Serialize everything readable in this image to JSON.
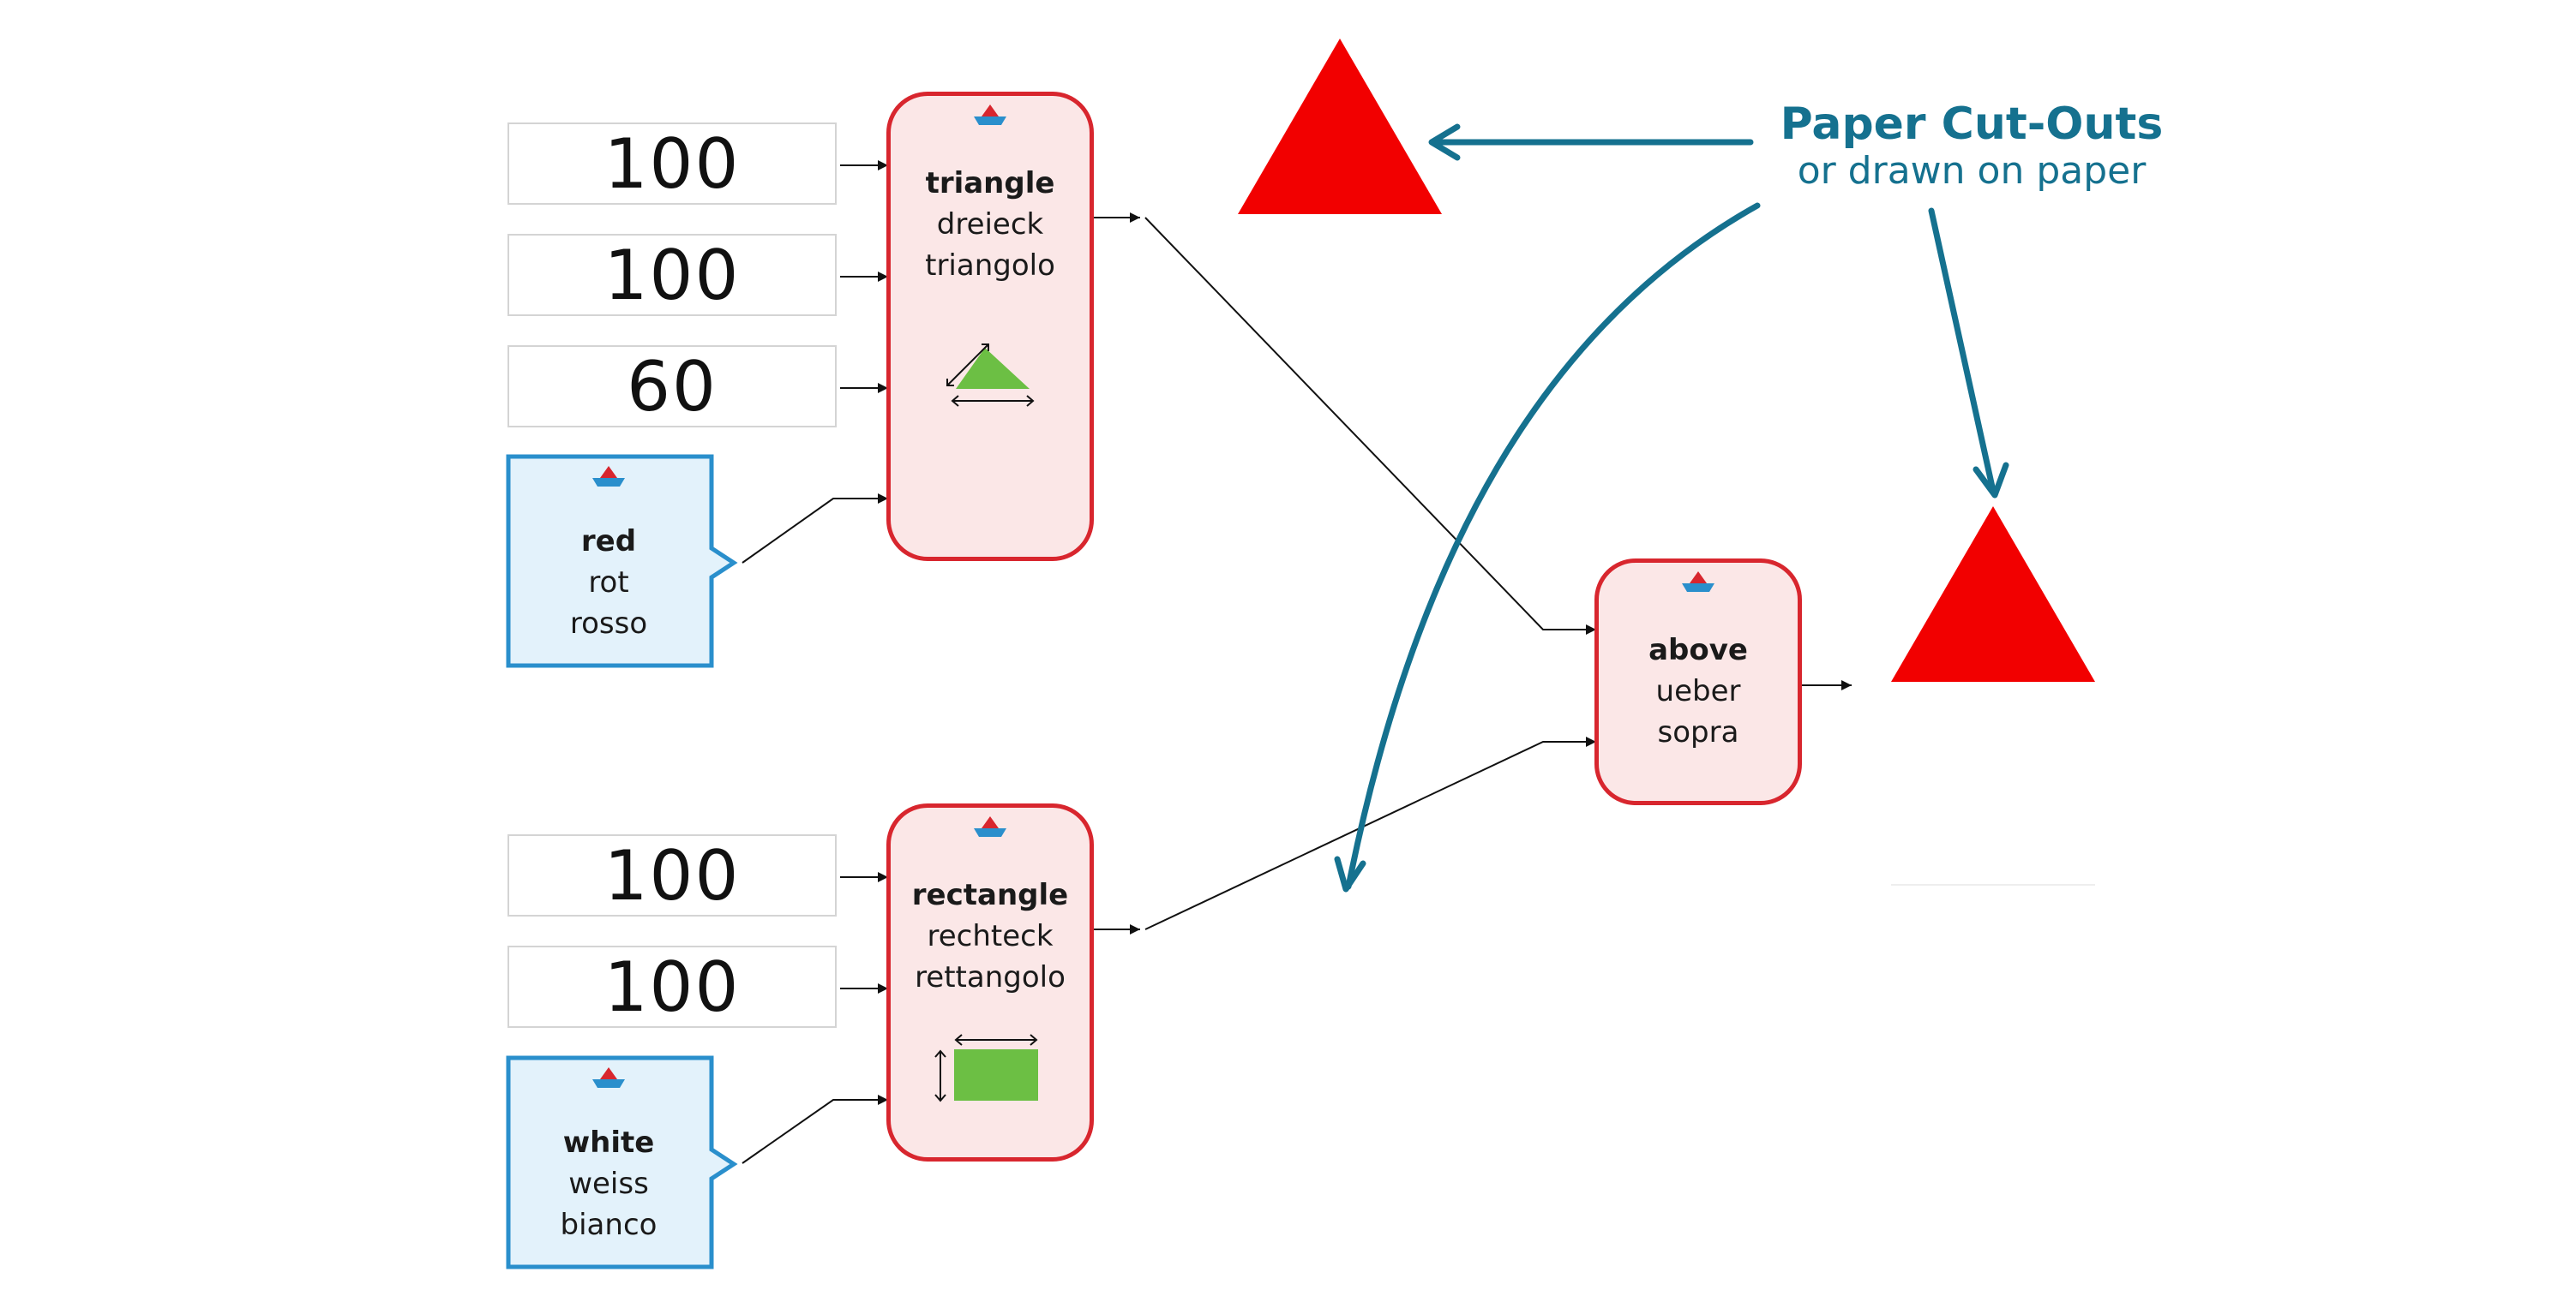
{
  "inputs": {
    "triangle_size_1": "100",
    "triangle_size_2": "100",
    "triangle_angle": "60",
    "rectangle_width": "100",
    "rectangle_height": "100"
  },
  "blocks": {
    "triangle": {
      "en": "triangle",
      "de": "dreieck",
      "it": "triangolo"
    },
    "rectangle": {
      "en": "rectangle",
      "de": "rechteck",
      "it": "rettangolo"
    },
    "above": {
      "en": "above",
      "de": "ueber",
      "it": "sopra"
    },
    "red": {
      "en": "red",
      "de": "rot",
      "it": "rosso"
    },
    "white": {
      "en": "white",
      "de": "weiss",
      "it": "bianco"
    }
  },
  "annotation": {
    "title": "Paper Cut-Outs",
    "subtitle": "or drawn on paper"
  },
  "colors": {
    "block_fill": "#fbe7e7",
    "block_border": "#d8262e",
    "color_card_fill": "#e3f2fb",
    "color_card_border": "#2a8fcc",
    "annotation": "#15718f",
    "shape_red": "#f20000",
    "shape_icon_green": "#6cbf44"
  },
  "icons": {
    "block_marker": "boat-icon",
    "triangle_block": "triangle-shape-icon",
    "rectangle_block": "rectangle-shape-icon"
  }
}
